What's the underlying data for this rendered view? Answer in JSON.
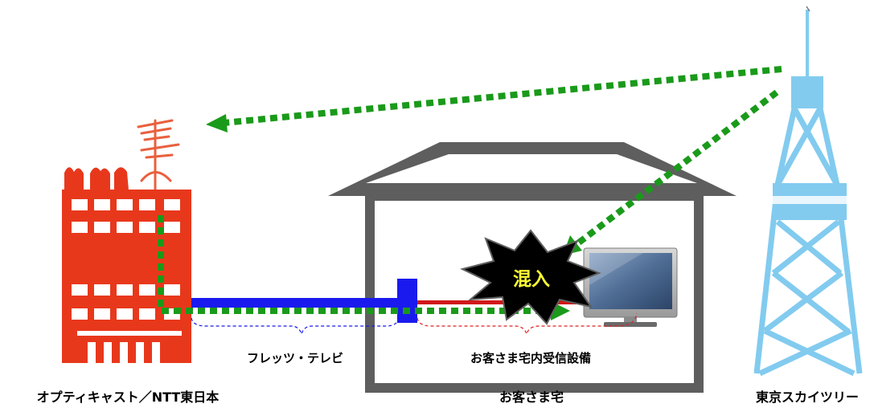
{
  "labels": {
    "station": "オプティキャスト／NTT東日本",
    "house": "お客さま宅",
    "tower": "東京スカイツリー",
    "flets_tv": "フレッツ・テレビ",
    "home_equipment": "お客さま宅内受信設備",
    "interference": "混入"
  },
  "colors": {
    "building": "#e8381c",
    "antenna": "#e9603e",
    "tower": "#82cbef",
    "fiber": "#1a1aee",
    "coax": "#d11818",
    "signal": "#1a9a1a",
    "house_outline": "#5e5e5e",
    "burst_fill": "#000000",
    "burst_text": "#ffff33"
  },
  "icons": [
    "antenna-icon",
    "station-building-icon",
    "house-icon",
    "television-icon",
    "tv-tower-icon",
    "interference-burst-icon"
  ]
}
